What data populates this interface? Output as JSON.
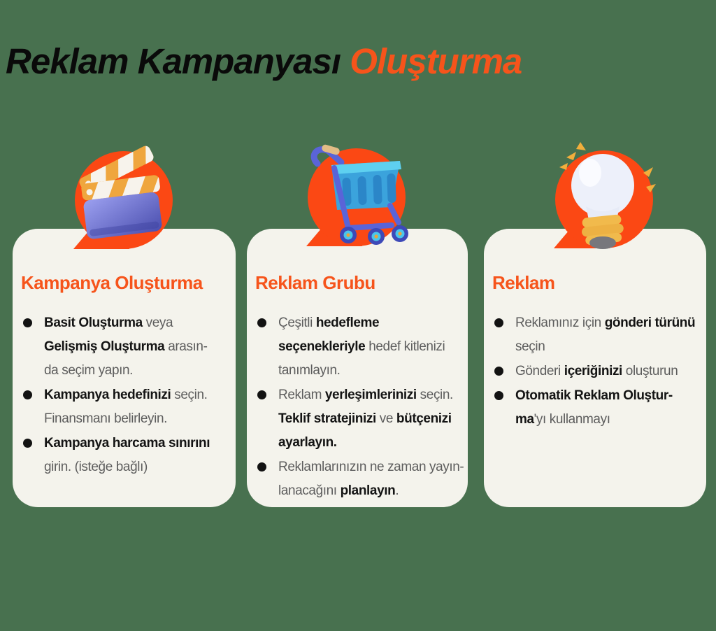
{
  "title": {
    "part1": "Reklam Kampanyası ",
    "part2": "Oluşturma"
  },
  "colors": {
    "background_green": "#48714F",
    "card_background": "#F4F3EC",
    "accent_orange": "#F6541B",
    "bubble_orange": "#FB4814",
    "text_dark": "#141414",
    "text_gray": "#5D5D5D"
  },
  "icons": [
    "clapperboard-icon",
    "shopping-cart-icon",
    "lightbulb-icon"
  ],
  "cards": [
    {
      "heading": "Kampanya Oluşturma",
      "icon": "clapperboard-icon",
      "bullets": [
        [
          {
            "t": "Basit Oluşturma",
            "b": true
          },
          {
            "t": " veya\n",
            "b": false
          },
          {
            "t": "Gelişmiş Oluşturma",
            "b": true
          },
          {
            "t": " arasın-\nda seçim yapın.",
            "b": false
          }
        ],
        [
          {
            "t": "Kampanya hedefinizi",
            "b": true
          },
          {
            "t": " seçin.\nFinansmanı belirleyin.",
            "b": false
          }
        ],
        [
          {
            "t": "Kampanya harcama sınırını",
            "b": true
          },
          {
            "t": "\ngirin. (isteğe bağlı)",
            "b": false
          }
        ]
      ]
    },
    {
      "heading": "Reklam Grubu",
      "icon": "shopping-cart-icon",
      "bullets": [
        [
          {
            "t": "Çeşitli ",
            "b": false
          },
          {
            "t": "hedefleme\nseçenekleriyle",
            "b": true
          },
          {
            "t": " hedef kitlenizi\ntanımlayın.",
            "b": false
          }
        ],
        [
          {
            "t": "Reklam ",
            "b": false
          },
          {
            "t": "yerleşimlerinizi",
            "b": true
          },
          {
            "t": " seçin.\n",
            "b": false
          },
          {
            "t": "Teklif stratejinizi",
            "b": true
          },
          {
            "t": " ve ",
            "b": false
          },
          {
            "t": "bütçenizi\nayarlayın.",
            "b": true
          }
        ],
        [
          {
            "t": "Reklamlarınızın ne zaman yayın-\nlanacağını ",
            "b": false
          },
          {
            "t": "planlayın",
            "b": true
          },
          {
            "t": ".",
            "b": false
          }
        ]
      ]
    },
    {
      "heading": "Reklam",
      "icon": "lightbulb-icon",
      "bullets": [
        [
          {
            "t": "Reklamınız için ",
            "b": false
          },
          {
            "t": "gönderi türünü",
            "b": true
          },
          {
            "t": "\nseçin",
            "b": false
          }
        ],
        [
          {
            "t": "Gönderi ",
            "b": false
          },
          {
            "t": "içeriğinizi",
            "b": true
          },
          {
            "t": " oluşturun",
            "b": false
          }
        ],
        [
          {
            "t": "Otomatik Reklam Oluştur-\nma",
            "b": true
          },
          {
            "t": "'yı kullanmayı",
            "b": false
          }
        ]
      ]
    }
  ]
}
